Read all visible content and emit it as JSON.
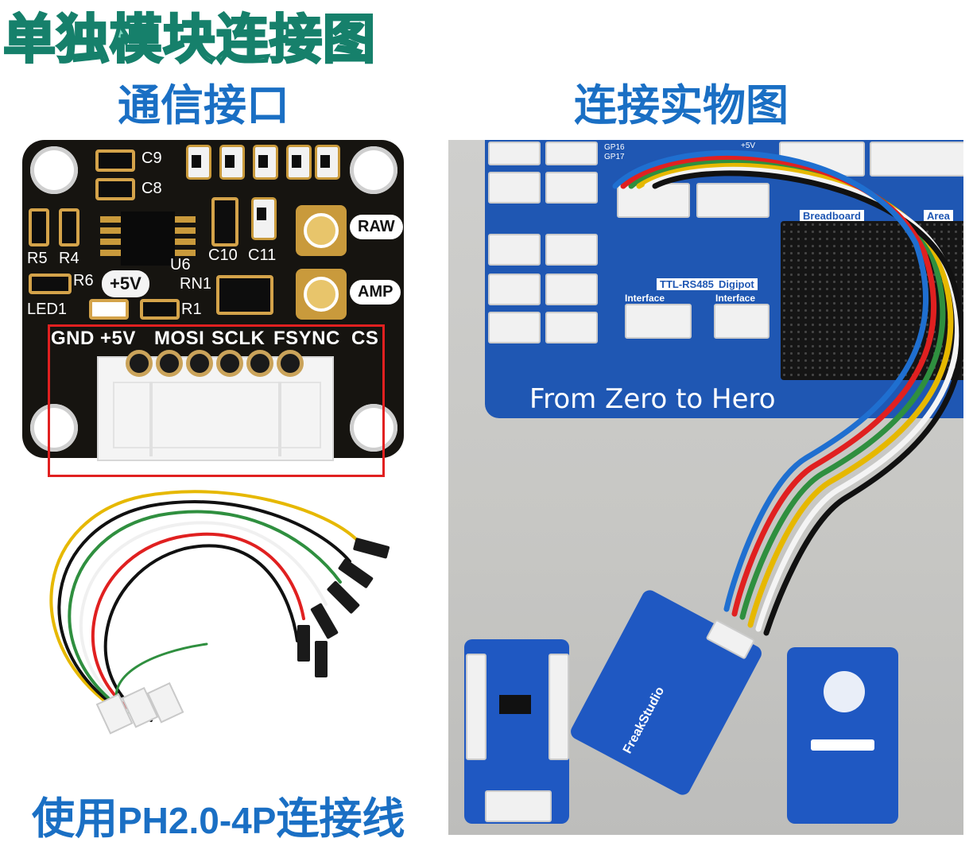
{
  "header": {
    "main_title": "单独模块连接图",
    "left_title": "通信接口",
    "right_title": "连接实物图"
  },
  "footer": {
    "prefix": "使用",
    "cable": "PH2.0-4P",
    "suffix": "连接线"
  },
  "pcb": {
    "labels": {
      "c9": "C9",
      "c8": "C8",
      "r5": "R5",
      "r4": "R4",
      "u6": "U6",
      "c10": "C10",
      "c11": "C11",
      "r6": "R6",
      "plus5v": "+5V",
      "rn1": "RN1",
      "led1": "LED1",
      "r1": "R1",
      "raw": "RAW",
      "amp": "AMP"
    },
    "pins": [
      "GND",
      "+5V",
      "MOSI",
      "SCLK",
      "FSYNC",
      "CS"
    ]
  },
  "photo": {
    "slogan": "From Zero to Hero",
    "tags": [
      "TTL-RS485",
      "Digipot",
      "Interface",
      "Interface",
      "Breadboard",
      "Area"
    ],
    "small_labels": [
      "GP16",
      "GP17",
      "+5V"
    ],
    "module_brand": "FreakStudio"
  },
  "colors": {
    "title_fill": "#7fd6c0",
    "title_stroke": "#16806b",
    "heading_blue": "#1a6fc4",
    "highlight_red": "#e12020",
    "board_blue": "#1f57b3"
  }
}
